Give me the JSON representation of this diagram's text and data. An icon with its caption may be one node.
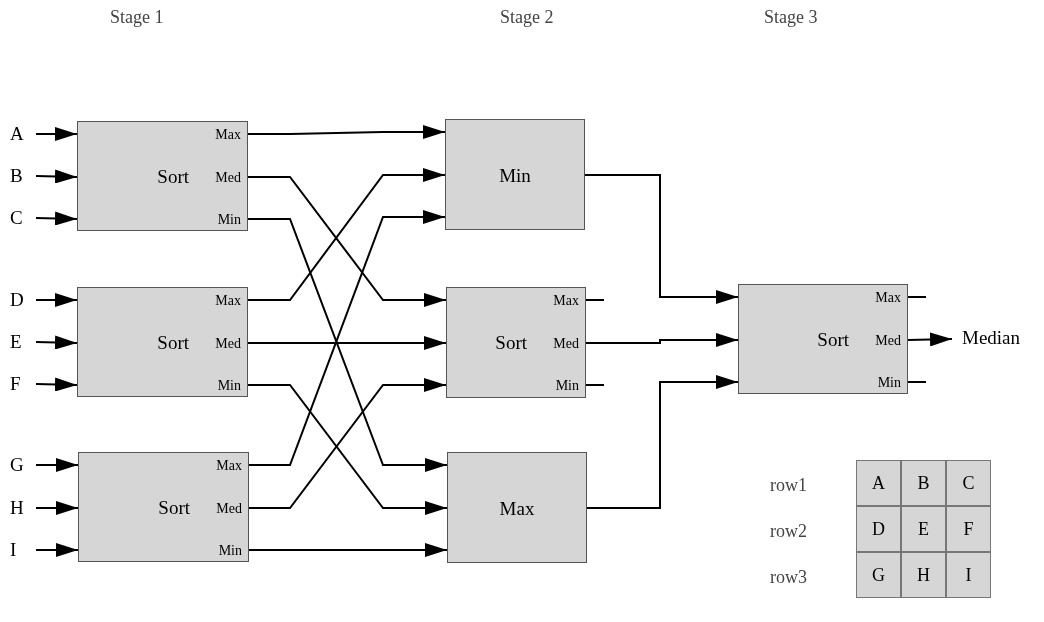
{
  "diagram": {
    "nodes": [
      {
        "text": [
          "A"
        ]
      },
      {
        "text": [
          "B"
        ]
      },
      {
        "text": [
          "C"
        ]
      },
      {
        "text": [
          "D"
        ]
      },
      {
        "text": [
          "E"
        ]
      },
      {
        "text": [
          "F"
        ]
      },
      {
        "text": [
          "G"
        ]
      },
      {
        "text": [
          "H"
        ]
      },
      {
        "text": [
          "I"
        ]
      },
      {
        "text": [
          "Sort",
          "Max",
          "Med",
          "Min"
        ]
      },
      {
        "text": [
          "Sort",
          "Max",
          "Med",
          "Min"
        ]
      },
      {
        "text": [
          "Sort",
          "Max",
          "Med",
          "Min"
        ]
      },
      {
        "text": [
          "Min"
        ]
      },
      {
        "text": [
          "Sort",
          "Max",
          "Med",
          "Min"
        ]
      },
      {
        "text": [
          "Max"
        ]
      },
      {
        "text": [
          "Sort",
          "Max",
          "Med",
          "Min"
        ]
      },
      {
        "text": [
          "Median"
        ]
      }
    ],
    "edges": [
      {
        "from": 0,
        "to": 9,
        "arrow": "to"
      },
      {
        "from": 1,
        "to": 9,
        "arrow": "to"
      },
      {
        "from": 2,
        "to": 9,
        "arrow": "to"
      },
      {
        "from": 3,
        "to": 10,
        "arrow": "to"
      },
      {
        "from": 4,
        "to": 10,
        "arrow": "to"
      },
      {
        "from": 5,
        "to": 10,
        "arrow": "to"
      },
      {
        "from": 6,
        "to": 11,
        "arrow": "to"
      },
      {
        "from": 7,
        "to": 11,
        "arrow": "to"
      },
      {
        "from": 8,
        "to": 11,
        "arrow": "to"
      },
      {
        "from": 9,
        "to": 12,
        "arrow": "to"
      },
      {
        "from": 9,
        "to": 13,
        "arrow": "to"
      },
      {
        "from": 9,
        "to": 14,
        "arrow": "to"
      },
      {
        "from": 10,
        "to": 12,
        "arrow": "to"
      },
      {
        "from": 10,
        "to": 13,
        "arrow": "to"
      },
      {
        "from": 10,
        "to": 14,
        "arrow": "to"
      },
      {
        "from": 11,
        "to": 12,
        "arrow": "to"
      },
      {
        "from": 11,
        "to": 13,
        "arrow": "to"
      },
      {
        "from": 11,
        "to": 14,
        "arrow": "to"
      },
      {
        "from": 12,
        "to": 15,
        "arrow": "to"
      },
      {
        "from": 13,
        "to": 15,
        "arrow": "to"
      },
      {
        "from": 14,
        "to": 15,
        "arrow": "to"
      },
      {
        "from": 15,
        "to": 16,
        "arrow": "to"
      },
      {
        "from": 13,
        "to": null,
        "arrow": "none"
      },
      {
        "from": 13,
        "to": null,
        "arrow": "none"
      },
      {
        "from": 15,
        "to": null,
        "arrow": "none"
      },
      {
        "from": 15,
        "to": null,
        "arrow": "none"
      }
    ],
    "labels": [
      "Stage 1",
      "Stage 2",
      "Stage 3",
      "row1",
      "A",
      "B",
      "C",
      "row2",
      "D",
      "E",
      "F",
      "row3",
      "G",
      "H",
      "I"
    ]
  }
}
